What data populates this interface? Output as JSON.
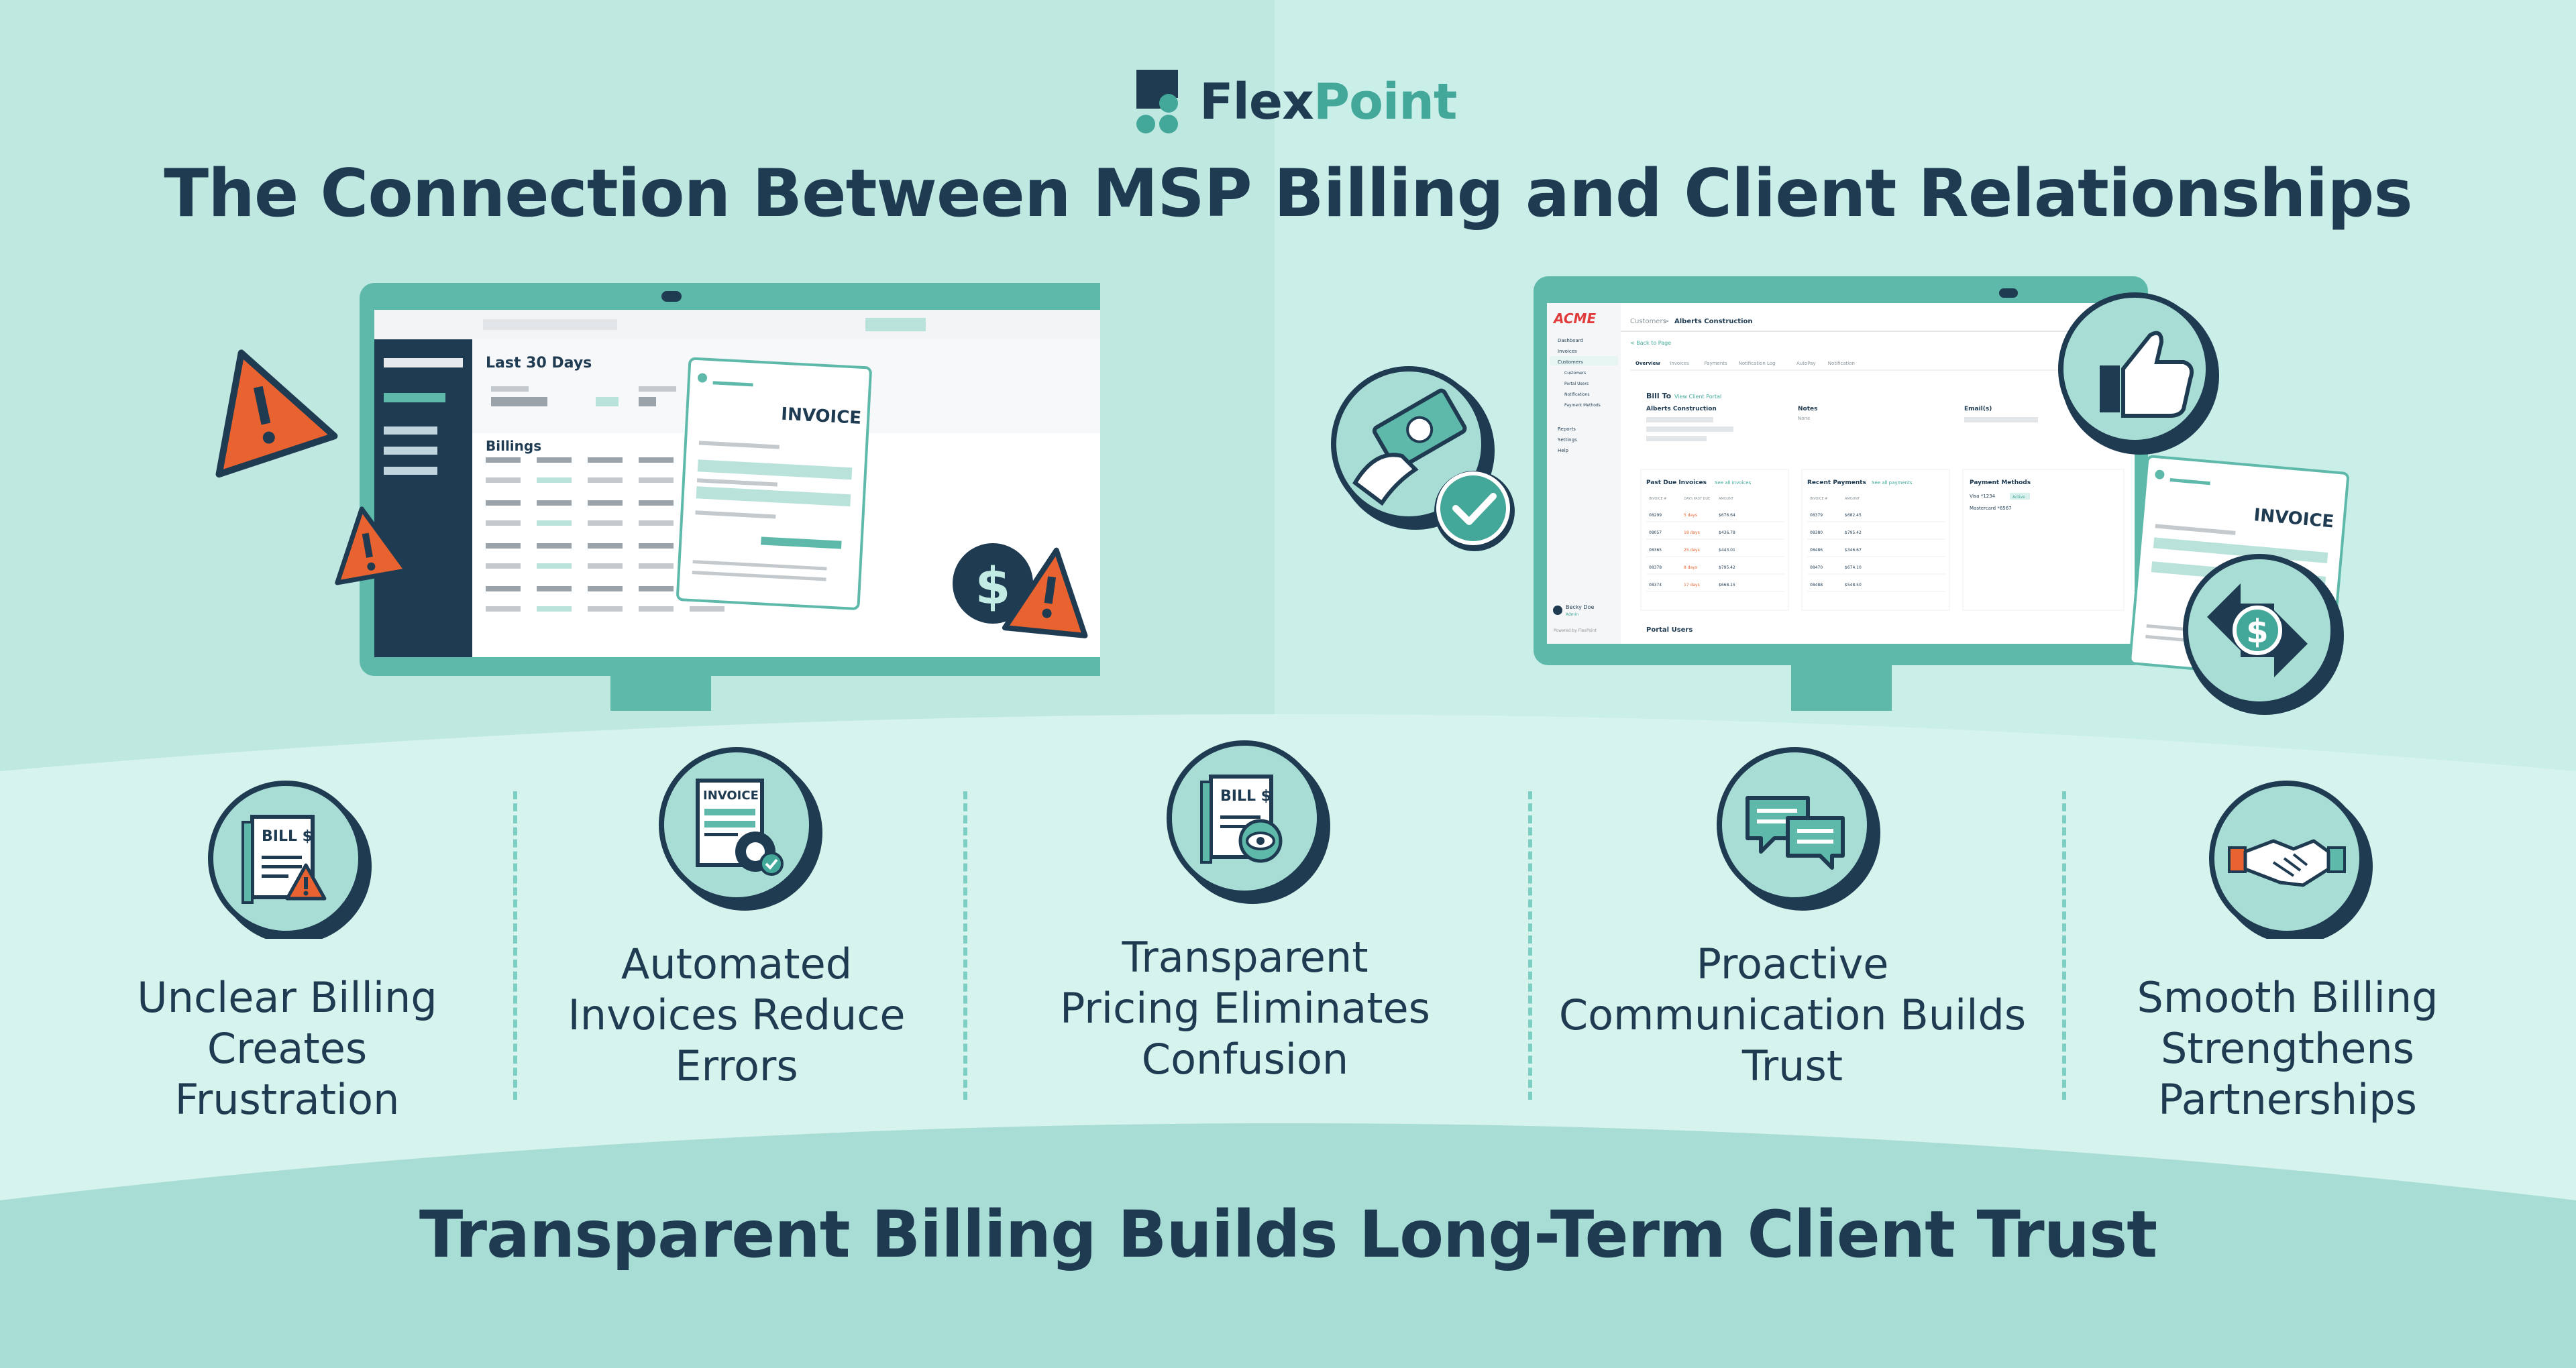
{
  "brand": {
    "name_part1": "Flex",
    "name_part2": "Point",
    "primary_color": "#1f3b52",
    "accent_color": "#43a899",
    "logo_icon": "flexpoint-logo-icon"
  },
  "title": "The Connection Between MSP Billing and Client Relationships",
  "left_monitor": {
    "header": "Last 30 Days",
    "section": "Billings",
    "invoice_label": "INVOICE",
    "icons": [
      "warning-icon",
      "warning-icon",
      "dollar-icon",
      "warning-icon"
    ]
  },
  "right_monitor": {
    "logo": "ACME",
    "breadcrumb_root": "Customers",
    "breadcrumb_sep": ">",
    "breadcrumb_current": "Alberts Construction",
    "back_link": "< Back to Page",
    "tabs": [
      "Overview",
      "Invoices",
      "Payments",
      "Notification Log",
      "AutoPay",
      "Notification"
    ],
    "sidebar": [
      "Dashboard",
      "Invoices",
      "Customers",
      "Customers",
      "Portal Users",
      "Notifications",
      "Payment Methods",
      "Reports",
      "Settings",
      "Help"
    ],
    "bill_to_label": "Bill To",
    "bill_to_link": "View Client Portal",
    "bill_to_name": "Alberts Construction",
    "notes_label": "Notes",
    "notes_value": "None",
    "emails_label": "Email(s)",
    "past_due_title": "Past Due Invoices",
    "past_due_link": "See all invoices",
    "recent_payments_title": "Recent Payments",
    "recent_payments_link": "See all payments",
    "payment_methods_title": "Payment Methods",
    "payment_methods": [
      "Visa *1234",
      "Mastercard *6567"
    ],
    "default_badge": "Active",
    "portal_users": "Portal Users",
    "user_name": "Becky Doe",
    "user_role": "Admin",
    "powered_by": "Powered by FlexPoint",
    "past_due_headers": [
      "INVOICE #",
      "DAYS PAST DUE",
      "AMOUNT"
    ],
    "recent_headers": [
      "INVOICE #",
      "AMOUNT"
    ],
    "past_due_rows": [
      [
        "08299",
        "5 days",
        "$676.64"
      ],
      [
        "08057",
        "18 days",
        "$436.78"
      ],
      [
        "08365",
        "25 days",
        "$443.01"
      ],
      [
        "08378",
        "8 days",
        "$795.42"
      ],
      [
        "08374",
        "17 days",
        "$668.15"
      ]
    ],
    "recent_rows": [
      [
        "08379",
        "$682.45"
      ],
      [
        "08380",
        "$795.42"
      ],
      [
        "08486",
        "$346.67"
      ],
      [
        "08470",
        "$674.10"
      ],
      [
        "08488",
        "$548.50"
      ]
    ],
    "invoice_label": "INVOICE",
    "icons": [
      "cash-hand-icon",
      "check-icon",
      "thumbs-up-icon",
      "dollar-exchange-icon"
    ]
  },
  "features": [
    {
      "label": "Unclear Billing Creates Frustration",
      "icon": "bill-warning-icon",
      "icon_text": "BILL $"
    },
    {
      "label": "Automated Invoices Reduce Errors",
      "icon": "invoice-gear-icon",
      "icon_text": "INVOICE"
    },
    {
      "label": "Transparent Pricing Eliminates Confusion",
      "icon": "bill-eye-icon",
      "icon_text": "BILL $"
    },
    {
      "label": "Proactive Communication Builds Trust",
      "icon": "chat-bubbles-icon"
    },
    {
      "label": "Smooth Billing Strengthens Partnerships",
      "icon": "handshake-icon"
    }
  ],
  "features_lines": [
    [
      "Unclear Billing",
      "Creates",
      "Frustration"
    ],
    [
      "Automated",
      "Invoices Reduce",
      "Errors"
    ],
    [
      "Transparent",
      "Pricing Eliminates",
      "Confusion"
    ],
    [
      "Proactive",
      "Communication Builds",
      "Trust"
    ],
    [
      "Smooth Billing",
      "Strengthens",
      "Partnerships"
    ]
  ],
  "footer": "Transparent Billing Builds Long-Term Client Trust",
  "colors": {
    "teal": "#43a899",
    "dark": "#1f3b52",
    "orange": "#e8632f",
    "mint": "#c2ebe4"
  }
}
